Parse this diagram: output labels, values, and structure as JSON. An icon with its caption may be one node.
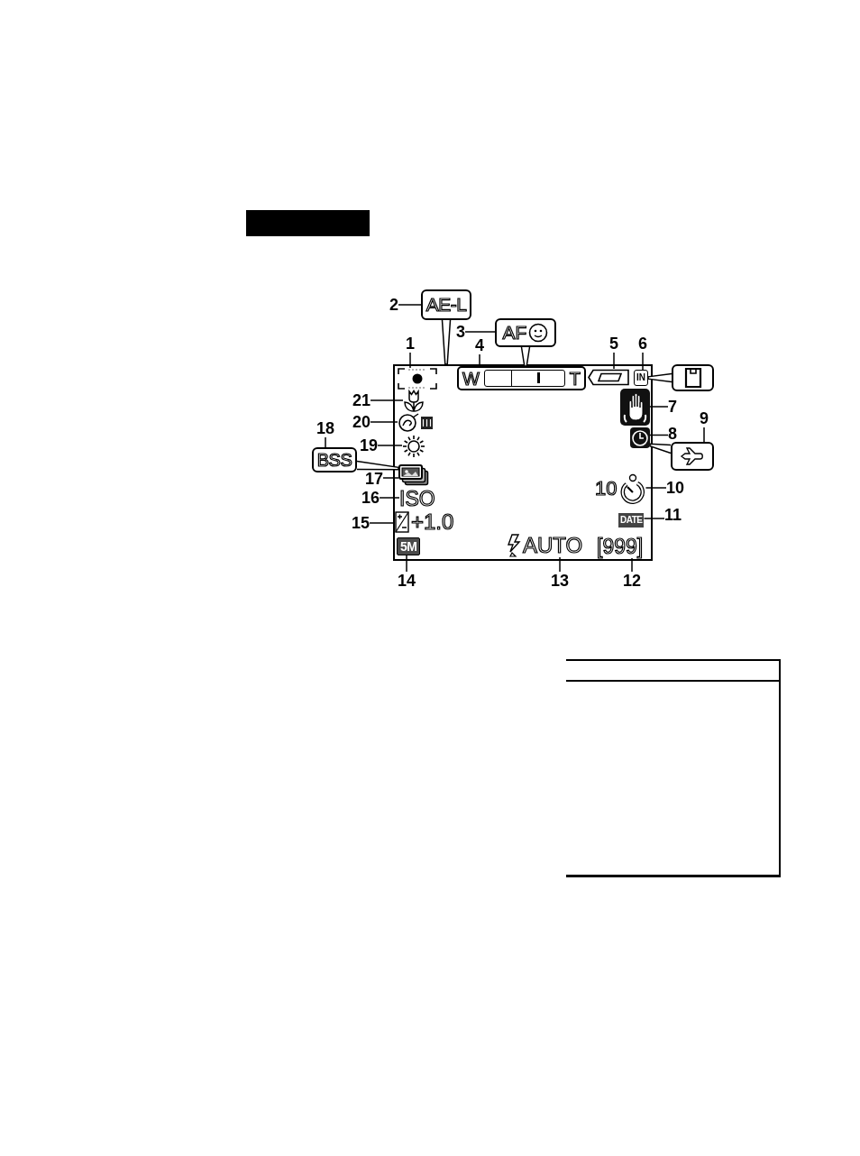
{
  "diagram": {
    "nodes": [
      {
        "text": [],
        "shape": "bar"
      },
      {
        "text": [],
        "shape": "box"
      },
      {
        "text": [
          "2"
        ]
      },
      {
        "text": [
          "AE-L"
        ]
      },
      {
        "text": [
          "3"
        ]
      },
      {
        "text": [
          "AF"
        ]
      },
      {
        "text": [
          "1"
        ]
      },
      {
        "text": [
          "4"
        ]
      },
      {
        "text": [
          "5"
        ]
      },
      {
        "text": [
          "6"
        ]
      },
      {
        "text": [],
        "shape": "picture",
        "in": 1
      },
      {
        "text": [
          "W",
          "T"
        ],
        "in": 1
      },
      {
        "text": [],
        "shape": "picture",
        "in": 1
      },
      {
        "text": [
          "IN"
        ],
        "in": 1
      },
      {
        "text": [],
        "shape": "box"
      },
      {
        "text": [],
        "shape": "picture",
        "in": 1
      },
      {
        "text": [
          "21"
        ]
      },
      {
        "text": [],
        "shape": "picture",
        "in": 1
      },
      {
        "text": [
          "7"
        ]
      },
      {
        "text": [],
        "shape": "picture",
        "in": 1
      },
      {
        "text": [
          "20"
        ]
      },
      {
        "text": [],
        "shape": "picture",
        "in": 1
      },
      {
        "text": [
          "8"
        ]
      },
      {
        "text": [
          "9"
        ]
      },
      {
        "text": [],
        "shape": "box"
      },
      {
        "text": [
          "18"
        ]
      },
      {
        "text": [
          "BSS"
        ]
      },
      {
        "text": [
          "19"
        ]
      },
      {
        "text": [],
        "shape": "picture",
        "in": 1
      },
      {
        "text": [],
        "shape": "picture",
        "in": 1
      },
      {
        "text": [
          "17"
        ]
      },
      {
        "text": [
          "10"
        ]
      },
      {
        "text": [
          "10"
        ],
        "in": 1
      },
      {
        "text": [
          "16"
        ]
      },
      {
        "text": [
          "ISO"
        ],
        "in": 1
      },
      {
        "text": [
          "11"
        ]
      },
      {
        "text": [
          "DATE"
        ],
        "in": 1
      },
      {
        "text": [
          "15"
        ]
      },
      {
        "text": [
          "+1.0"
        ],
        "in": 1
      },
      {
        "text": [
          "5M"
        ],
        "in": 1
      },
      {
        "text": [
          "AUTO"
        ],
        "in": 1
      },
      {
        "text": [
          "[999]"
        ],
        "in": 1
      },
      {
        "text": [
          "14"
        ]
      },
      {
        "text": [
          "13"
        ]
      },
      {
        "text": [
          "12"
        ]
      }
    ],
    "edges": [
      {
        "from": 6,
        "to": 10,
        "arrow": "none"
      },
      {
        "from": 2,
        "to": 3,
        "arrow": "none"
      },
      {
        "from": 3,
        "to": 1,
        "arrow": "none"
      },
      {
        "from": 4,
        "to": 5,
        "arrow": "none"
      },
      {
        "from": 5,
        "to": 11,
        "arrow": "none"
      },
      {
        "from": 7,
        "to": 11,
        "arrow": "none"
      },
      {
        "from": 8,
        "to": 12,
        "arrow": "none"
      },
      {
        "from": 9,
        "to": 13,
        "arrow": "none"
      },
      {
        "from": 14,
        "to": 13,
        "arrow": "none"
      },
      {
        "from": 16,
        "to": 15,
        "arrow": "none"
      },
      {
        "from": 18,
        "to": 17,
        "arrow": "none"
      },
      {
        "from": 20,
        "to": 19,
        "arrow": "none"
      },
      {
        "from": 22,
        "to": 21,
        "arrow": "none"
      },
      {
        "from": 23,
        "to": 24,
        "arrow": "none"
      },
      {
        "from": 24,
        "to": 21,
        "arrow": "none"
      },
      {
        "from": 25,
        "to": 26,
        "arrow": "none"
      },
      {
        "from": 26,
        "to": 29,
        "arrow": "none"
      },
      {
        "from": 27,
        "to": 28,
        "arrow": "none"
      },
      {
        "from": 30,
        "to": 29,
        "arrow": "none"
      },
      {
        "from": 31,
        "to": 32,
        "arrow": "none"
      },
      {
        "from": 33,
        "to": 34,
        "arrow": "none"
      },
      {
        "from": 35,
        "to": 36,
        "arrow": "none"
      },
      {
        "from": 37,
        "to": 38,
        "arrow": "none"
      },
      {
        "from": 42,
        "to": 39,
        "arrow": "none"
      },
      {
        "from": 43,
        "to": 40,
        "arrow": "none"
      },
      {
        "from": 44,
        "to": 41,
        "arrow": "none"
      }
    ]
  }
}
